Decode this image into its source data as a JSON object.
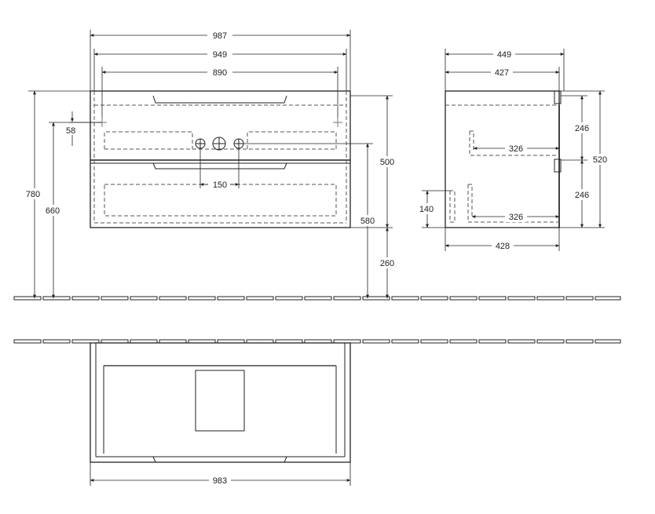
{
  "dimensions": {
    "front_total_width": "987",
    "front_inner_width": "949",
    "front_handle_width": "890",
    "top_offset": "58",
    "pipe_spacing": "150",
    "total_height": "780",
    "mount_height": "660",
    "cabinet_height": "500",
    "pipe_height": "580",
    "floor_clearance": "260",
    "side_total_depth": "449",
    "side_inner_depth": "427",
    "drawer_height_top": "246",
    "drawer_height_bottom": "246",
    "side_total_height": "520",
    "drawer_depth_top": "326",
    "drawer_depth_bottom": "326",
    "side_pipe_height": "140",
    "side_bottom_depth": "428",
    "plan_width": "983"
  },
  "colors": {
    "line": "#222222",
    "hidden": "#555555"
  }
}
